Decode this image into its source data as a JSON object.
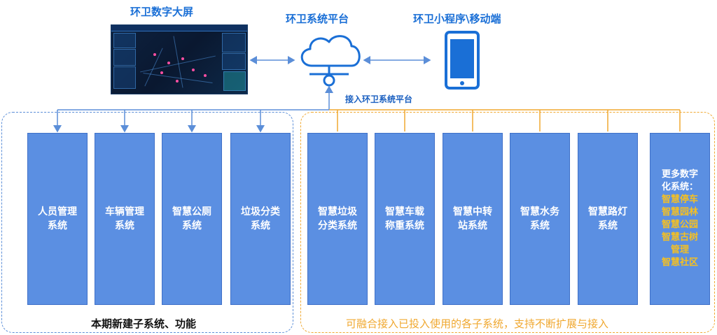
{
  "titles": {
    "dashboard": "环卫数字大屏",
    "platform": "环卫系统平台",
    "mobile": "环卫小程序\\移动端",
    "connect_label": "接入环卫系统平台"
  },
  "left_group": {
    "caption": "本期新建子系统、功能",
    "systems": [
      {
        "label": "人员管理\n系统"
      },
      {
        "label": "车辆管理\n系统"
      },
      {
        "label": "智慧公厕\n系统"
      },
      {
        "label": "垃圾分类\n系统"
      }
    ]
  },
  "right_group": {
    "caption": "可融合接入已投入使用的各子系统，支持不断扩展与接入",
    "systems": [
      {
        "label": "智慧垃圾\n分类系统"
      },
      {
        "label": "智慧车载\n称重系统"
      },
      {
        "label": "智慧中转\n站系统"
      },
      {
        "label": "智慧水务\n系统"
      },
      {
        "label": "智慧路灯\n系统"
      }
    ],
    "more": {
      "title": "更多数字\n化系统：",
      "items": [
        "智慧停车",
        "智慧园林",
        "智慧公园",
        "智慧古树",
        "管理",
        "智慧社区"
      ]
    }
  },
  "colors": {
    "blue_line": "#5b8ed8",
    "orange_line": "#f0a830",
    "box_fill": "#5b8fe2",
    "title_blue": "#1a6fd6",
    "highlight_yellow": "#f5c022"
  },
  "icons": {
    "platform": "cloud-network-icon",
    "mobile": "smartphone-icon"
  }
}
